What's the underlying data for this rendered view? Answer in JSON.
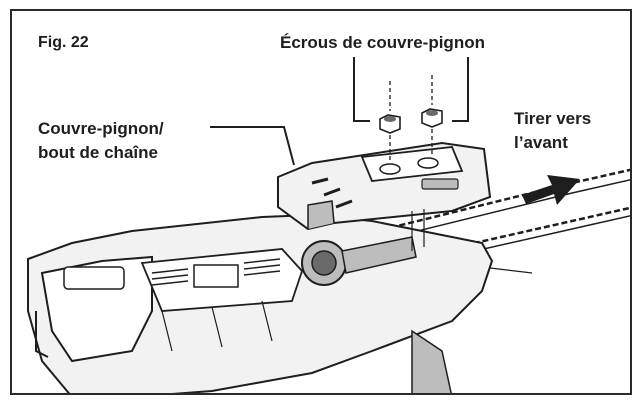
{
  "figure": {
    "number_label": "Fig. 22"
  },
  "callouts": {
    "sprocket_nuts": "Écrous de couvre-pignon",
    "sprocket_cover_line1": "Couvre-pignon/",
    "sprocket_cover_line2": "bout de chaîne",
    "pull_forward_line1": "Tirer vers",
    "pull_forward_line2": "l’avant"
  },
  "colors": {
    "ink": "#1e1e1e",
    "frame": "#2a2a2a",
    "shade_light": "#f2f2f2",
    "shade_mid": "#bdbdbd",
    "shade_dark": "#6a6a6a"
  }
}
